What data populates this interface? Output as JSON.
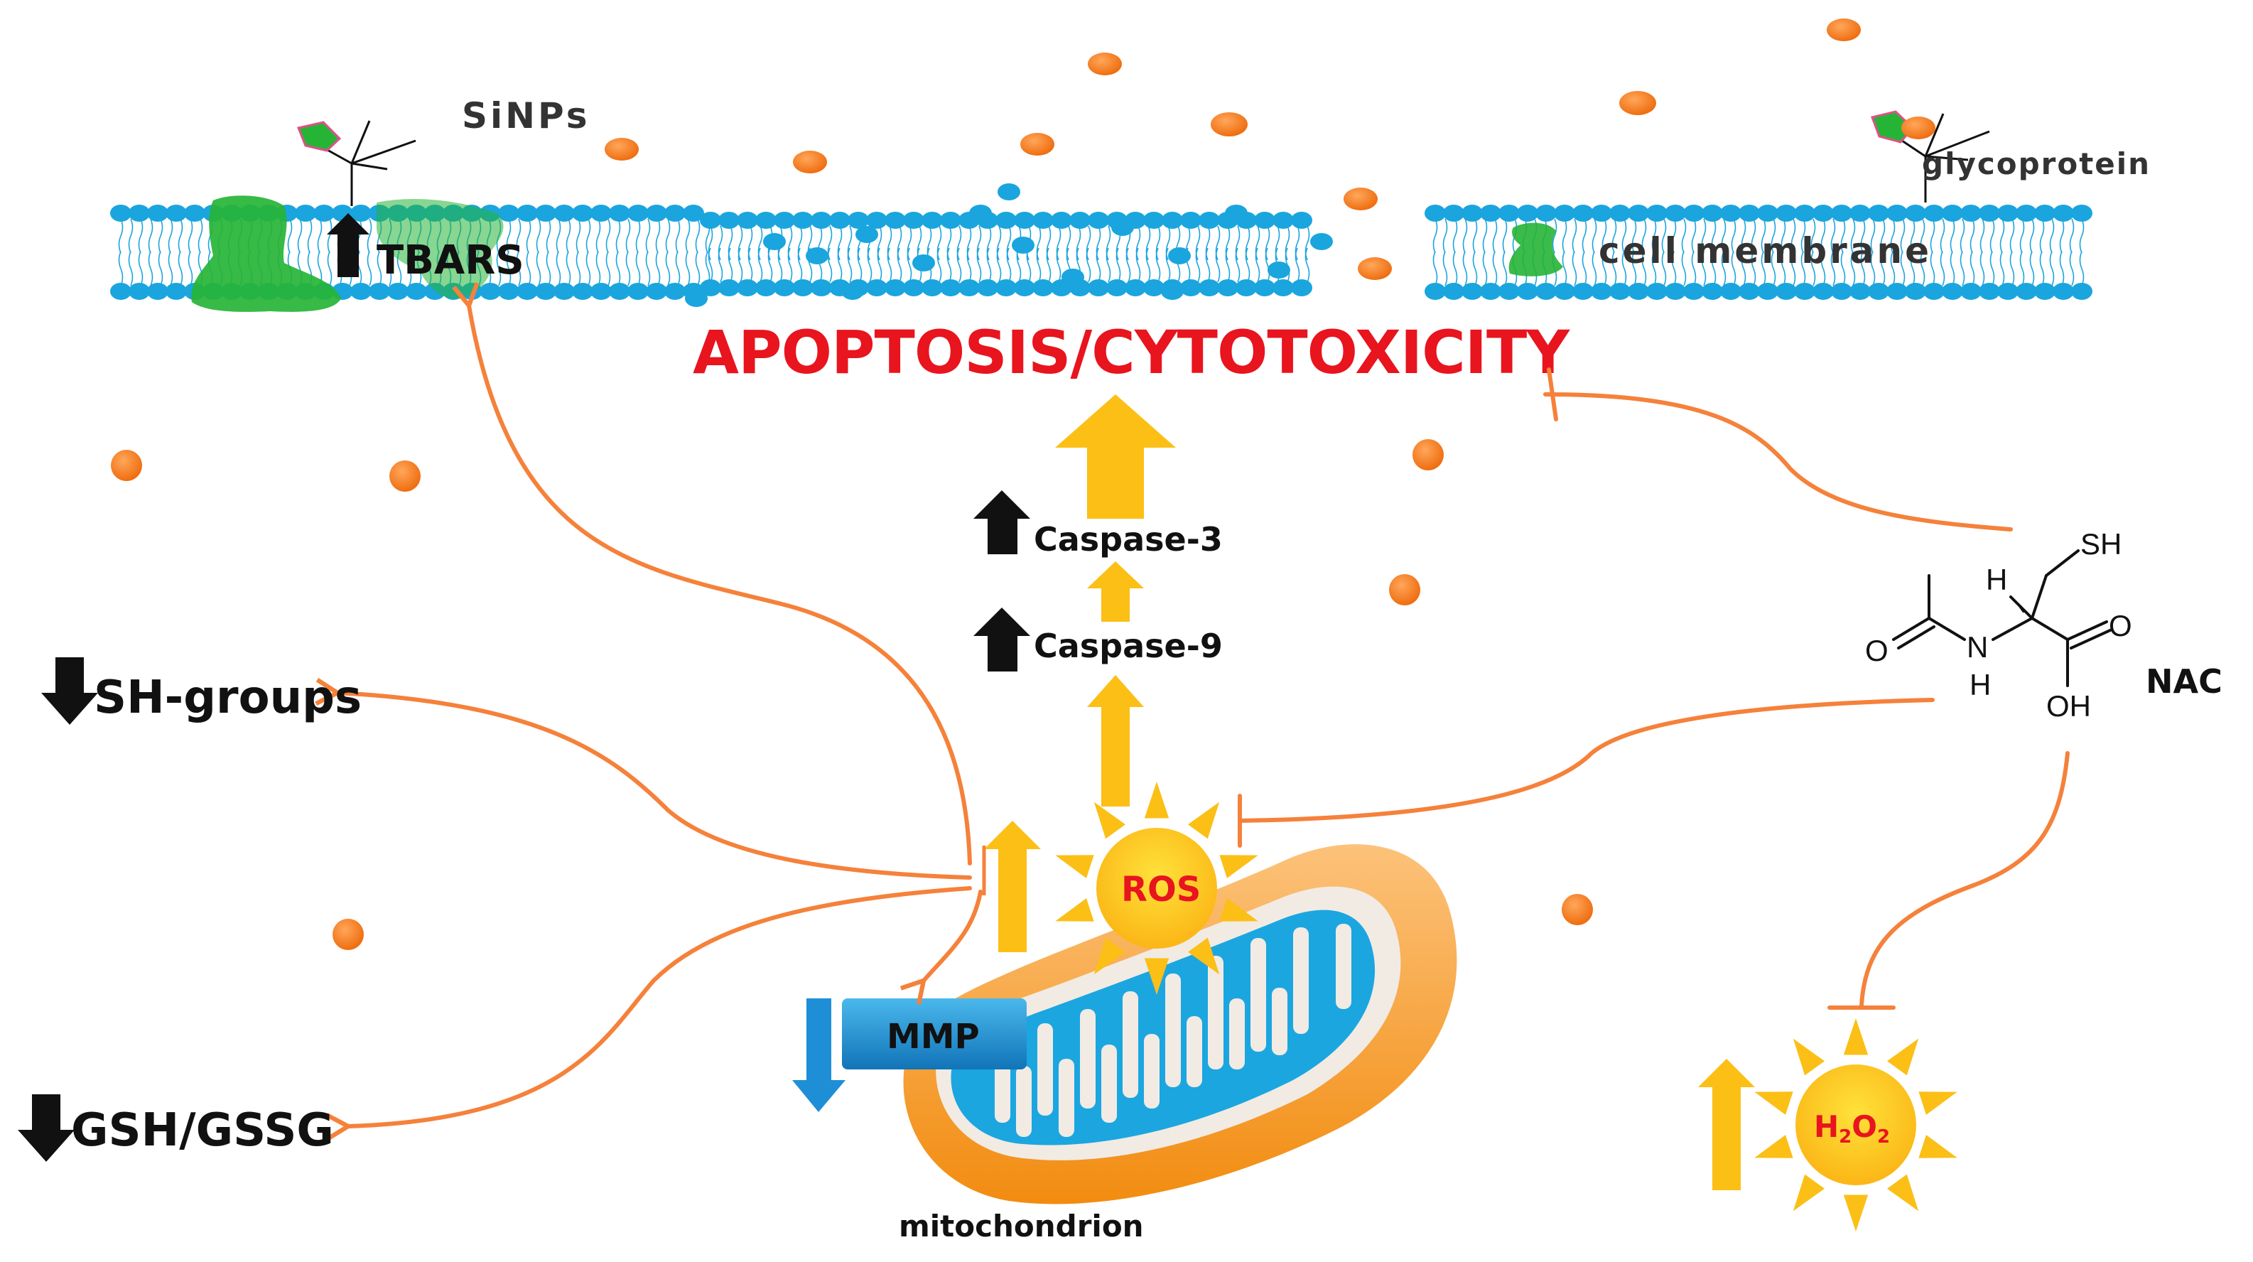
{
  "labels": {
    "sinps": "SiNPs",
    "glycoprotein": "glycoprotein",
    "cell_membrane": "cell membrane",
    "tbars": "TBARS",
    "apoptosis": "APOPTOSIS/CYTOTOXICITY",
    "caspase3": "Caspase-3",
    "caspase9": "Caspase-9",
    "sh_groups": "SH-groups",
    "gsh_gssg": "GSH/GSSG",
    "ros": "ROS",
    "mmp": "MMP",
    "mitochondrion": "mitochondrion",
    "nac": "NAC",
    "h2o2_h": "H",
    "h2o2_2a": "2",
    "h2o2_o": "O",
    "h2o2_2b": "2"
  },
  "nac_structure": {
    "sh": "SH",
    "h_top": "H",
    "o_left": "O",
    "n": "N",
    "h_bottom": "H",
    "o_right": "O",
    "oh": "OH"
  },
  "colors": {
    "apoptosis_text": "#e8141e",
    "ros_text": "#e8141e",
    "h2o2_text": "#e8141e",
    "orange_line": "#f5813a",
    "nanoparticle": "#f57c18",
    "up_arrow_yellow": "#fbbf16",
    "membrane_blue": "#1aa5de",
    "mito_orange": "#f7941d",
    "mito_blue": "#1ba6e0",
    "protein_green": "#26b436",
    "mmp_box": "#1e8fd6"
  }
}
